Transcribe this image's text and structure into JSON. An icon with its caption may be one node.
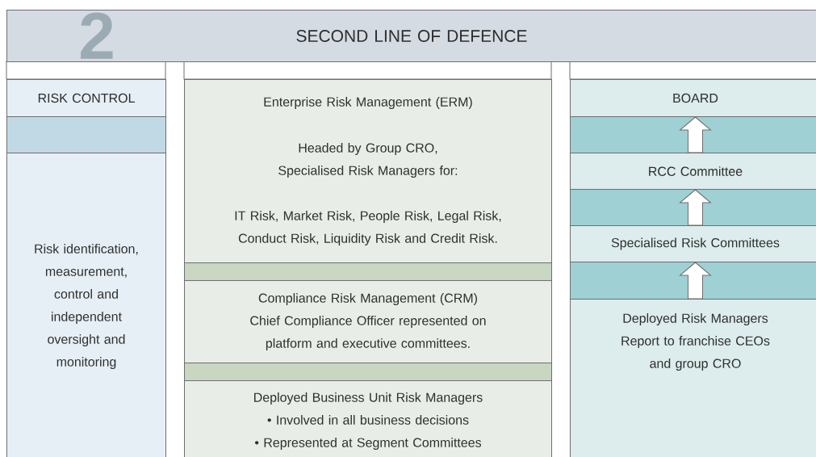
{
  "diagram": {
    "nodes": [
      {
        "text": [
          "SECOND LINE OF DEFENCE"
        ]
      },
      {
        "text": [
          "RISK CONTROL"
        ]
      },
      {
        "text": [],
        "shape": "bar"
      },
      {
        "text": [
          "Risk identification, measurement, control and independent oversight and monitoring"
        ]
      },
      {
        "text": [
          "Enterprise Risk Management (ERM)",
          "Headed by Group CRO, Specialised Risk Managers for:",
          "IT Risk, Market Risk, People Risk, Legal Risk, Conduct Risk, Liquidity Risk and Credit Risk."
        ]
      },
      {
        "text": [],
        "shape": "bar"
      },
      {
        "text": [
          "Compliance Risk Management (CRM)",
          "Chief Compliance Officer represented on platform and executive committees."
        ]
      },
      {
        "text": [],
        "shape": "bar"
      },
      {
        "text": [
          "Deployed Business Unit Risk Managers",
          "• Involved in all business decisions",
          "• Represented at Segment Committees"
        ]
      },
      {
        "text": [
          "BOARD"
        ]
      },
      {
        "text": [],
        "shape": "bar"
      },
      {
        "text": [
          "RCC Committee"
        ]
      },
      {
        "text": [],
        "shape": "bar"
      },
      {
        "text": [
          "Specialised Risk Committees"
        ]
      },
      {
        "text": [],
        "shape": "bar"
      },
      {
        "text": [
          "Deployed Risk Managers",
          "Report to franchise CEOs and group CRO"
        ]
      }
    ],
    "edges": [
      {
        "from": 15,
        "to": 13,
        "arrow": "to"
      },
      {
        "from": 13,
        "to": 11,
        "arrow": "to"
      },
      {
        "from": 11,
        "to": 9,
        "arrow": "to"
      }
    ],
    "labels": [
      "2"
    ]
  }
}
